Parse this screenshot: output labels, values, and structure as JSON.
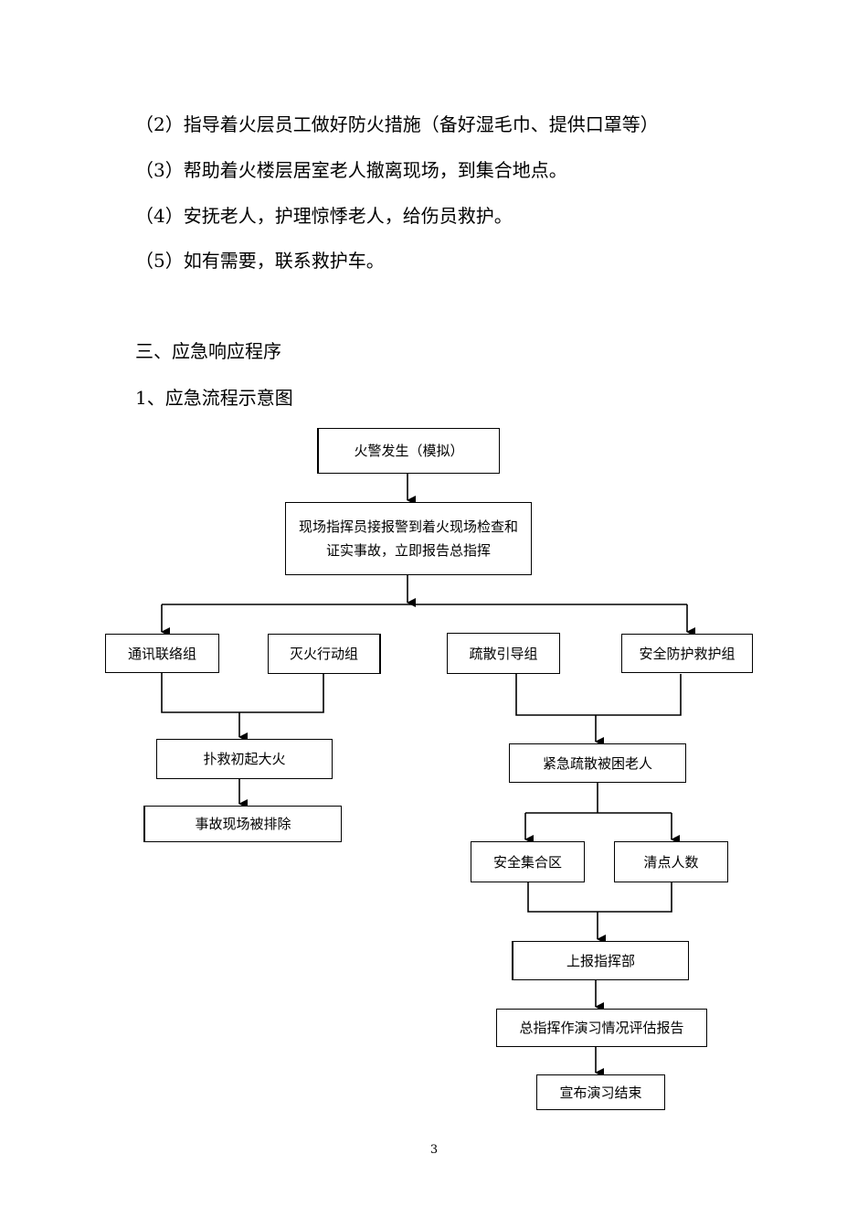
{
  "items": [
    "（2）指导着火层员工做好防火措施（备好湿毛巾、提供口罩等）",
    "（3）帮助着火楼层居室老人撤离现场，到集合地点。",
    "（4）安抚老人，护理惊悸老人，给伤员救护。",
    "（5）如有需要，联系救护车。"
  ],
  "section_title": "三、应急响应程序",
  "subsection_title": "1、应急流程示意图",
  "flowchart": {
    "start": "火警发生（模拟）",
    "check": "现场指挥员接报警到着火现场检查和证实事故，立即报告总指挥",
    "group_comm": "通讯联络组",
    "group_fire": "灭火行动组",
    "group_evac": "疏散引导组",
    "group_safety": "安全防护救护组",
    "extinguish": "扑救初起大火",
    "eliminated": "事故现场被排除",
    "evacuate": "紧急疏散被困老人",
    "assembly": "安全集合区",
    "headcount": "清点人数",
    "report_hq": "上报指挥部",
    "evaluation": "总指挥作演习情况评估报告",
    "end": "宣布演习结束"
  },
  "page_number": "3"
}
